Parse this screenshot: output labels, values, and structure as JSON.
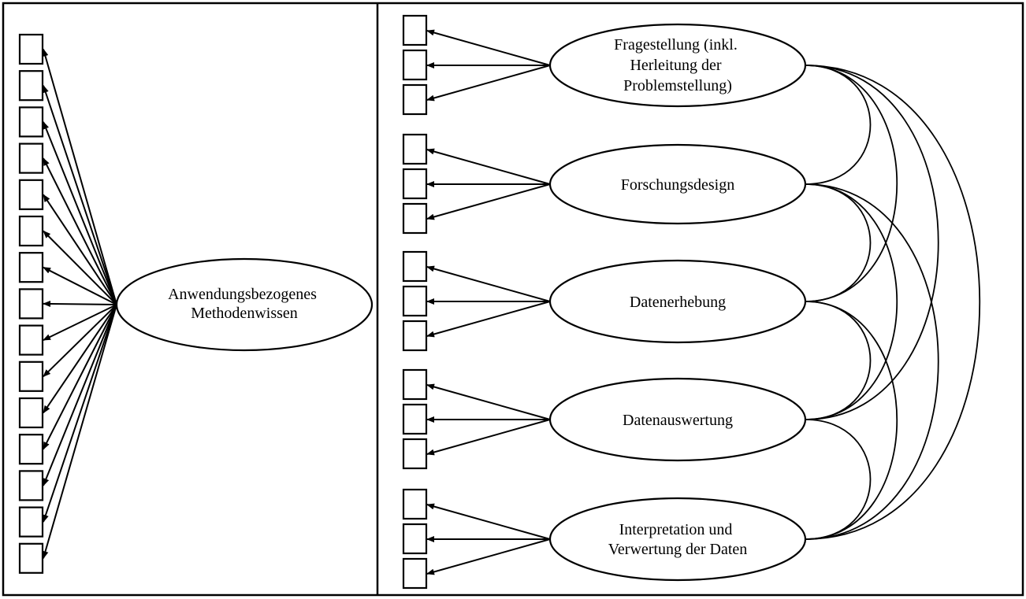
{
  "colors": {
    "stroke": "#000000",
    "background": "#ffffff"
  },
  "left_panel": {
    "factor": {
      "lines": [
        "Anwendungsbezogenes",
        "Methodenwissen"
      ],
      "indicator_count": 15
    }
  },
  "right_panel": {
    "factors": [
      {
        "id": "fragestellung",
        "lines": [
          "Fragestellung (inkl.",
          "Herleitung der",
          "Problemstellung)"
        ],
        "indicator_count": 3
      },
      {
        "id": "forschungsdesign",
        "lines": [
          "Forschungsdesign"
        ],
        "indicator_count": 3
      },
      {
        "id": "datenerhebung",
        "lines": [
          "Datenerhebung"
        ],
        "indicator_count": 3
      },
      {
        "id": "datenauswertung",
        "lines": [
          "Datenauswertung"
        ],
        "indicator_count": 3
      },
      {
        "id": "interpretation",
        "lines": [
          "Interpretation und",
          "Verwertung der Daten"
        ],
        "indicator_count": 3
      }
    ],
    "correlations": "all-pairs"
  }
}
